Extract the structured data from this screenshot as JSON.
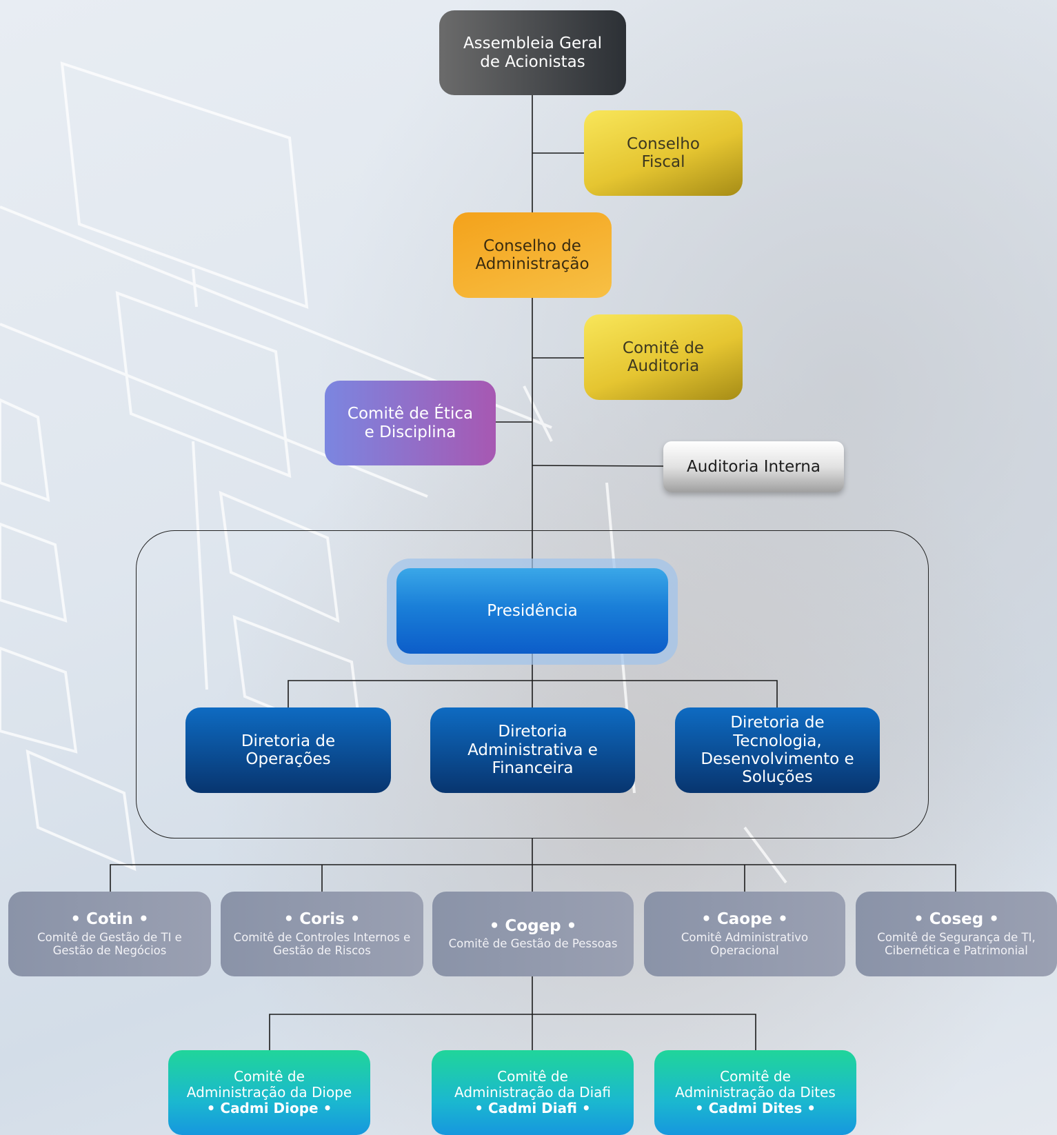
{
  "nodes": {
    "assembleia": [
      "Assembleia Geral",
      "de Acionistas"
    ],
    "conselho_fiscal": [
      "Conselho",
      "Fiscal"
    ],
    "conselho_admin": [
      "Conselho de",
      "Administração"
    ],
    "comite_auditoria": [
      "Comitê de",
      "Auditoria"
    ],
    "comite_etica": [
      "Comitê de Ética",
      "e Disciplina"
    ],
    "auditoria_interna": "Auditoria Interna",
    "presidencia": "Presidência",
    "dir_operacoes": [
      "Diretoria de",
      "Operações"
    ],
    "dir_admin": [
      "Diretoria",
      "Administrativa e",
      "Financeira"
    ],
    "dir_tecnologia": [
      "Diretoria de",
      "Tecnologia,",
      "Desenvolvimento e",
      "Soluções"
    ]
  },
  "committees": [
    {
      "acronym": "• Cotin •",
      "desc": [
        "Comitê de Gestão de TI e",
        "Gestão de Negócios"
      ]
    },
    {
      "acronym": "• Coris •",
      "desc": [
        "Comitê de Controles Internos e",
        "Gestão de Riscos"
      ]
    },
    {
      "acronym": "• Cogep •",
      "desc": [
        "Comitê de Gestão de Pessoas"
      ]
    },
    {
      "acronym": "• Caope •",
      "desc": [
        "Comitê Administrativo",
        "Operacional"
      ]
    },
    {
      "acronym": "• Coseg •",
      "desc": [
        "Comitê de Segurança de TI,",
        "Cibernética e Patrimonial"
      ]
    }
  ],
  "sub_committees": [
    {
      "lines": [
        "Comitê de",
        "Administração da Diope"
      ],
      "acronym": "• Cadmi Diope •"
    },
    {
      "lines": [
        "Comitê de",
        "Administração da Diafi"
      ],
      "acronym": "• Cadmi Diafi •"
    },
    {
      "lines": [
        "Comitê de",
        "Administração da Dites"
      ],
      "acronym": "• Cadmi Dites •"
    }
  ],
  "colors": {
    "gold": "#e5c531",
    "orange": "#f4a21b",
    "purple": "#a758b2",
    "blue": "#0c5dc9",
    "navy": "#08356f",
    "grey": "#8a93a8",
    "teal": "#1bb8cf"
  }
}
